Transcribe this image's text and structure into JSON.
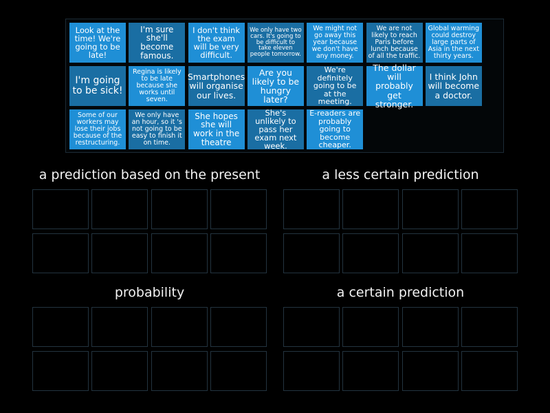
{
  "tiles": [
    {
      "text": "Look at the time! We're going to be late!",
      "size": 11.5,
      "shade": "light"
    },
    {
      "text": "I'm sure she'll become famous.",
      "size": 12,
      "shade": "dark"
    },
    {
      "text": "I don't think the exam will be very difficult.",
      "size": 11.5,
      "shade": "light"
    },
    {
      "text": "We only have two cars. It's going to be difficult to take eleven people tomorrow.",
      "size": 8.5,
      "shade": "dark"
    },
    {
      "text": "We might not go away this year because we don't have any money.",
      "size": 9.5,
      "shade": "light"
    },
    {
      "text": "We are not likely to reach Paris before lunch because of all the traffic.",
      "size": 9.5,
      "shade": "dark"
    },
    {
      "text": "Global warming could destroy large parts of Asia in the next thirty years.",
      "size": 9.5,
      "shade": "light"
    },
    {
      "text": "I'm going to be sick!",
      "size": 14,
      "shade": "dark"
    },
    {
      "text": "Regina is likely to be late because she works until seven.",
      "size": 9.5,
      "shade": "light"
    },
    {
      "text": "Smartphones will organise our lives.",
      "size": 12.5,
      "shade": "dark"
    },
    {
      "text": "Are you likely to be hungry later?",
      "size": 12.5,
      "shade": "light"
    },
    {
      "text": "We're definitely going to be at the meeting.",
      "size": 11,
      "shade": "dark"
    },
    {
      "text": "The dollar will probably get stronger.",
      "size": 12.5,
      "shade": "light"
    },
    {
      "text": "I think John will become a doctor.",
      "size": 12.5,
      "shade": "dark"
    },
    {
      "text": "Some of our workers may lose their jobs because of the restructuring.",
      "size": 9.5,
      "shade": "light"
    },
    {
      "text": "We only have an hour, so it 's not going to be easy to finish it on time.",
      "size": 9.5,
      "shade": "dark"
    },
    {
      "text": "She hopes she will work in the theatre",
      "size": 12,
      "shade": "light"
    },
    {
      "text": "She's unlikely to pass her exam next week.",
      "size": 11.5,
      "shade": "dark"
    },
    {
      "text": "E-readers are probably going to become cheaper.",
      "size": 11,
      "shade": "light"
    }
  ],
  "groups": [
    {
      "title": "a prediction based on the present"
    },
    {
      "title": "a less certain prediction"
    },
    {
      "title": "probability"
    },
    {
      "title": "a certain prediction"
    }
  ],
  "colors": {
    "tile_light": "#1f8fd6",
    "tile_dark": "#1a6ea3",
    "zone_border": "#233440",
    "background": "#000000"
  }
}
